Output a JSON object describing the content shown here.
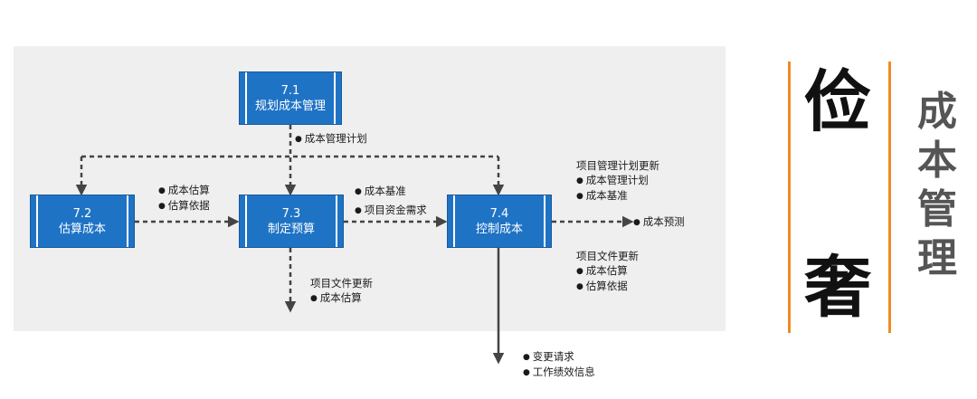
{
  "processes": {
    "p71": {
      "num": "7.1",
      "label": "规划成本管理"
    },
    "p72": {
      "num": "7.2",
      "label": "估算成本"
    },
    "p73": {
      "num": "7.3",
      "label": "制定预算"
    },
    "p74": {
      "num": "7.4",
      "label": "控制成本"
    }
  },
  "annotations": {
    "plan": [
      "成本管理计划"
    ],
    "est_out": [
      "成本估算",
      "估算依据"
    ],
    "budget_out": [
      "成本基准",
      "项目资金需求"
    ],
    "budget_docs": {
      "title": "项目文件更新",
      "items": [
        "成本估算"
      ]
    },
    "control_plan": {
      "title": "项目管理计划更新",
      "items": [
        "成本管理计划",
        "成本基准"
      ]
    },
    "control_forecast": [
      "成本预测"
    ],
    "control_docs": {
      "title": "项目文件更新",
      "items": [
        "成本估算",
        "估算依据"
      ]
    },
    "control_change": [
      "变更请求",
      "工作绩效信息"
    ]
  },
  "brand": {
    "big_top": "俭",
    "big_bottom": "奢",
    "side_chars": [
      "成",
      "本",
      "管",
      "理"
    ]
  },
  "colors": {
    "process_fill": "#1f73c4",
    "panel": "#efefef",
    "accent_line": "#f08a24",
    "arrow": "#444444"
  }
}
